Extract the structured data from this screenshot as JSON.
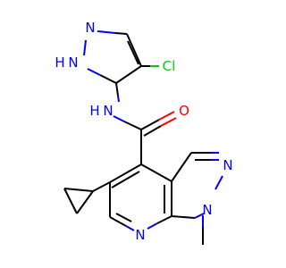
{
  "atoms": {
    "pyrazole_n2": "N",
    "pyrazole_nh": "H",
    "pyrazole_n1": "N",
    "chloro": "Cl",
    "amide_nh": "H",
    "amide_n": "N",
    "carbonyl_o": "O",
    "ring_n_right": "N",
    "ring_n_bottom": "N",
    "ring_n_pyridine": "N"
  },
  "colors": {
    "bond": "#000000",
    "nitrogen": "#0000ff",
    "oxygen": "#ff0000",
    "chlorine": "#00cc00",
    "background": "#ffffff"
  }
}
